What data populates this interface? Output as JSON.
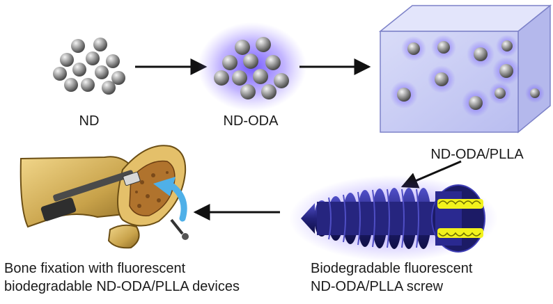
{
  "stages": {
    "nd": {
      "label": "ND"
    },
    "nd_oda": {
      "label": "ND-ODA"
    },
    "nd_oda_plla": {
      "label": "ND-ODA/PLLA"
    },
    "screw": {
      "label_line1": "Biodegradable fluorescent",
      "label_line2": "ND-ODA/PLLA screw"
    },
    "bone": {
      "label_line1": "Bone fixation with fluorescent",
      "label_line2": "biodegradable ND-ODA/PLLA devices"
    }
  },
  "colors": {
    "particle": "#8c8c8c",
    "glow": "#6a4cff",
    "block_fill": "#c9ccf5",
    "screw_body": "#2b2a8c",
    "screw_highlight": "#f2f21c",
    "bone": "#c8a24a",
    "arrow": "#111111"
  },
  "icons": {
    "particle": "sphere-icon",
    "screw": "screw-icon",
    "bone": "bone-joint-icon"
  }
}
